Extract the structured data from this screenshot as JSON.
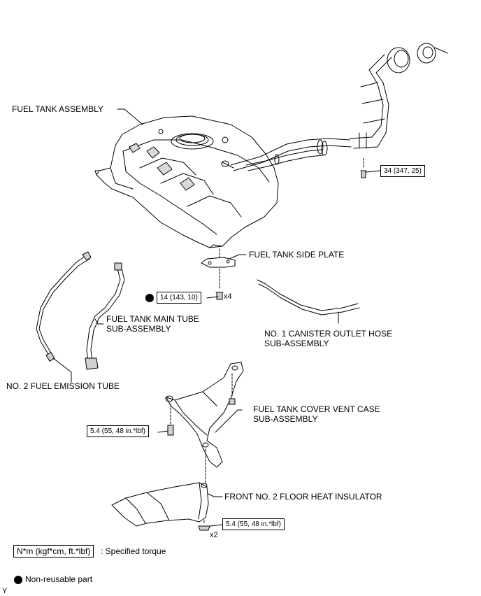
{
  "labels": {
    "fuel_tank_assembly": "FUEL TANK ASSEMBLY",
    "fuel_tank_side_plate": "FUEL TANK SIDE PLATE",
    "fuel_tank_main_tube_l1": "FUEL TANK MAIN TUBE",
    "fuel_tank_main_tube_l2": "SUB-ASSEMBLY",
    "canister_outlet_hose_l1": "NO. 1 CANISTER OUTLET HOSE",
    "canister_outlet_hose_l2": "SUB-ASSEMBLY",
    "fuel_emission_tube": "NO. 2 FUEL EMISSION TUBE",
    "vent_case_l1": "FUEL TANK COVER VENT CASE",
    "vent_case_l2": "SUB-ASSEMBLY",
    "floor_heat_insulator": "FRONT NO. 2 FLOOR HEAT INSULATOR"
  },
  "torques": {
    "filler_bolt": "34 (347, 25)",
    "side_plate_bolt": "14 (143, 10)",
    "vent_case_bolt": "5.4 (55, 48 in.*lbf)",
    "insulator_nut": "5.4 (55, 48 in.*lbf)"
  },
  "multipliers": {
    "side_plate_bolt": "x4",
    "insulator_nut": "x2"
  },
  "legend": {
    "torque_unit_box": "N*m (kgf*cm, ft.*lbf)",
    "torque_desc": ": Specified torque",
    "nonreusable_desc": "Non-reusable part"
  },
  "corner_mark": "Y"
}
